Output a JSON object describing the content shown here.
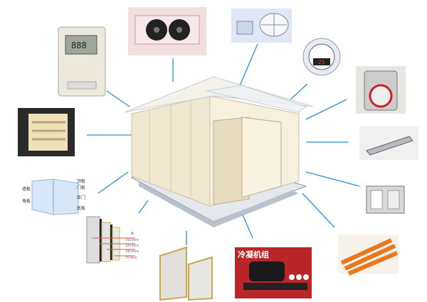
{
  "panel_diagram": {
    "labels": [
      "顶板",
      "门板",
      "墙板",
      "库门",
      "角板",
      "底板"
    ]
  },
  "panel_thickness": {
    "title": "厚",
    "values": [
      "150.0mm",
      "120.0mm",
      "100.0mm",
      "75.0mm"
    ]
  },
  "condensing_unit": {
    "title": "冷凝机组"
  },
  "thermostat": {
    "display": "888"
  },
  "gauge": {
    "display": "-25"
  },
  "colors": {
    "line": "#2a8fd8",
    "panel": "#f3ecd6",
    "unit_bg": "#b8262a"
  }
}
